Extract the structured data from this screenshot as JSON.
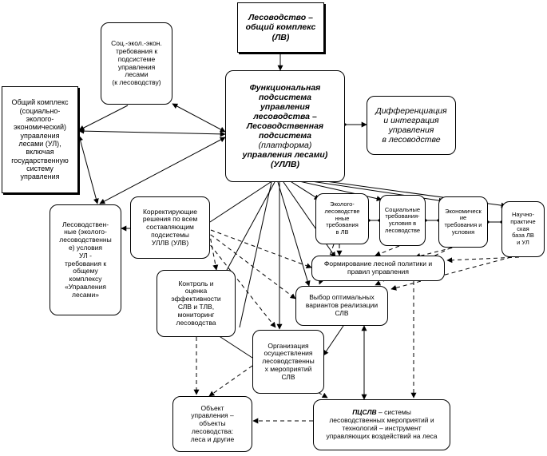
{
  "nodes": {
    "lv": "Лесоводство –\nобщий комплекс\n(ЛВ)",
    "soc_req": "Соц.-экол.-экон.\nтребования к\nподсистеме\nуправления\nлесами\n(к лесоводству)",
    "general": "Общий комплекс\n(социально-\nэколого-\nэкономический)\nуправления\nлесами (УЛ),\nвключая\nгосударственную\nсистему\nуправления",
    "center_title": "Функциональная\nподсистема\nуправления\nлесоводства –\nЛесоводственная\nподсистема",
    "center_platform": "(платформа)",
    "center_bottom": "управления лесами)\n(УЛЛВ)",
    "diff": "Дифференциация\nи интеграция\nуправления\nв лесоводстве",
    "les_cond": "Лесоводствен-\nные (эколого-\nлесоводственны\nе) условия\nУЛ -\nтребования к\nобщему\nкомплексу\n«Управления\nлесами»",
    "corr": "Корректирующие\nрешения по всем\nсоставляющим\nподсистемы\nУЛЛВ (УЛВ)",
    "ekolog": "Эколого-\nлесоводстве\nнные\nтребования\nв ЛВ",
    "social": "Социальные\nтребования-\nусловия в\nлесоводстве",
    "econ": "Экономическ\nие\nтребования и\nусловия",
    "science": "Научно-\nпрактиче\nская\nбаза ЛВ\nи УЛ",
    "policy": "Формирование лесной политики и\nправил управления",
    "control": "Контроль и\nоценка\nэффективности\nСЛВ и ТЛВ,\nмониторинг\nлесоводства",
    "choice": "Выбор оптимальных\nвариантов реализации\nСЛВ",
    "org": "Организация\nосуществления\nлесоводственны\nх мероприятий\nСЛВ",
    "object": "Объект\nуправления –\nобъекты\nлесоводства:\nлеса и другие",
    "pcslv_abbr": "ПЦСЛВ",
    "pcslv_rest": " – системы\nлесоводственных мероприятий и\nтехнологий – инструмент\nуправляющих воздействий на леса"
  }
}
